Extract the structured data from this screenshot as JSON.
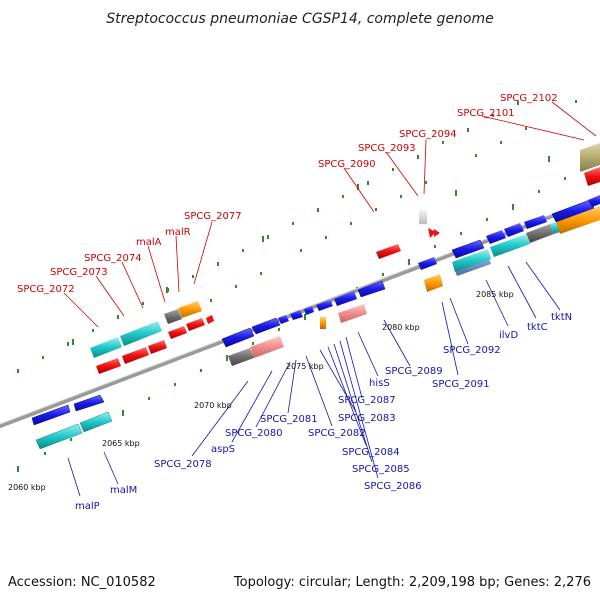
{
  "title": "Streptococcus pneumoniae CGSP14, complete genome",
  "footer": {
    "accession": "Accession: NC_010582",
    "summary": "Topology: circular; Length: 2,209,198 bp; Genes: 2,276"
  },
  "ticks": {
    "kbp_2060": "2060 kbp",
    "kbp_2065": "2065 kbp",
    "kbp_2070": "2070 kbp",
    "kbp_2075": "2075 kbp",
    "kbp_2080": "2080 kbp",
    "kbp_2085": "2085 kbp"
  },
  "labels_top": {
    "spcg_2072": "SPCG_2072",
    "spcg_2073": "SPCG_2073",
    "spcg_2074": "SPCG_2074",
    "malA": "malA",
    "malR": "malR",
    "spcg_2077": "SPCG_2077",
    "spcg_2090": "SPCG_2090",
    "spcg_2093": "SPCG_2093",
    "spcg_2094": "SPCG_2094",
    "spcg_2101": "SPCG_2101",
    "spcg_2102": "SPCG_2102"
  },
  "labels_bottom": {
    "malP": "malP",
    "malM": "malM",
    "spcg_2078": "SPCG_2078",
    "aspS": "aspS",
    "spcg_2080": "SPCG_2080",
    "spcg_2081": "SPCG_2081",
    "spcg_2082": "SPCG_2082",
    "spcg_2083": "SPCG_2083",
    "spcg_2084": "SPCG_2084",
    "spcg_2085": "SPCG_2085",
    "spcg_2086": "SPCG_2086",
    "spcg_2087": "SPCG_2087",
    "hisS": "hisS",
    "spcg_2089": "SPCG_2089",
    "spcg_2091": "SPCG_2091",
    "spcg_2092": "SPCG_2092",
    "ilvD": "ilvD",
    "tktC": "tktC",
    "tktN": "tktN"
  },
  "colors": {
    "backbone": "#8a8a8a",
    "tick_green": "#2e8b2e",
    "cds_fwd": "#1a1ae6",
    "cds_rev": "#ee1111",
    "rrna_cyan": "#20c8c8",
    "trna_orange": "#ff9900",
    "misc_gray": "#6e6e6e",
    "misc_pink": "#f08c8c",
    "misc_olive": "#b4aa6e",
    "label_red": "#d40000",
    "label_blue": "#1414b4"
  }
}
